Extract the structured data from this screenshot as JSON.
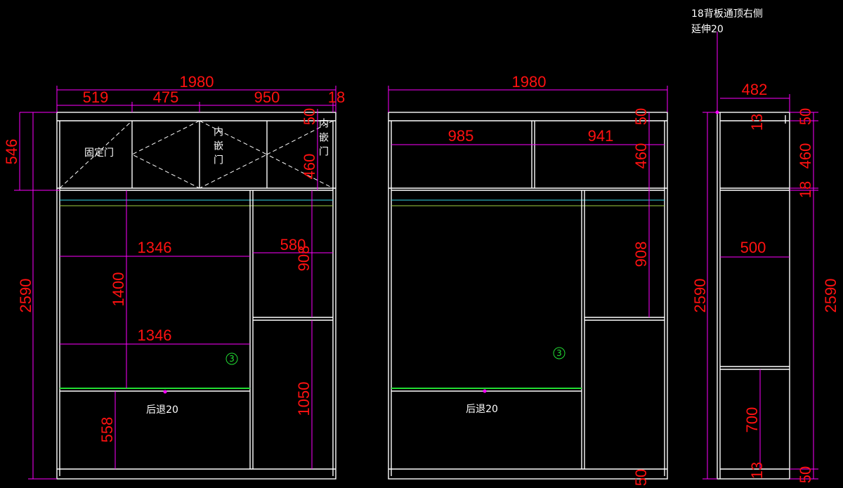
{
  "front_view": {
    "overall_width": "1980",
    "overall_height": "2590",
    "top_segments": [
      "519",
      "475",
      "950",
      "18"
    ],
    "top_height": "546",
    "top_row_heights": [
      "50",
      "460"
    ],
    "notes": {
      "fixed_door": "固定门",
      "inner_door_1": "内嵌门",
      "inner_door_2": "内嵌门",
      "setback": "后退20"
    },
    "dims": {
      "w1346_upper": "1346",
      "w580": "580",
      "h1400": "1400",
      "w1346_lower": "1346",
      "h558": "558",
      "h908": "908",
      "h1050": "1050"
    },
    "marker": "3"
  },
  "middle_view": {
    "overall_width": "1980",
    "top_widths": [
      "985",
      "941"
    ],
    "heights": {
      "h50_top": "50",
      "h460": "460",
      "h908": "908",
      "h50_bottom": "50"
    },
    "notes": {
      "setback": "后退20"
    },
    "marker": "3"
  },
  "side_view": {
    "note_line1": "18背板通顶右侧",
    "note_line2": "延伸20",
    "depth_top": "482",
    "depth_mid": "500",
    "left_height": "2590",
    "right_height": "2590",
    "inner_dims": {
      "h13_top": "13",
      "h700": "700",
      "h13_bottom": "13"
    },
    "right_dims": [
      "50",
      "460",
      "18",
      "50"
    ]
  }
}
